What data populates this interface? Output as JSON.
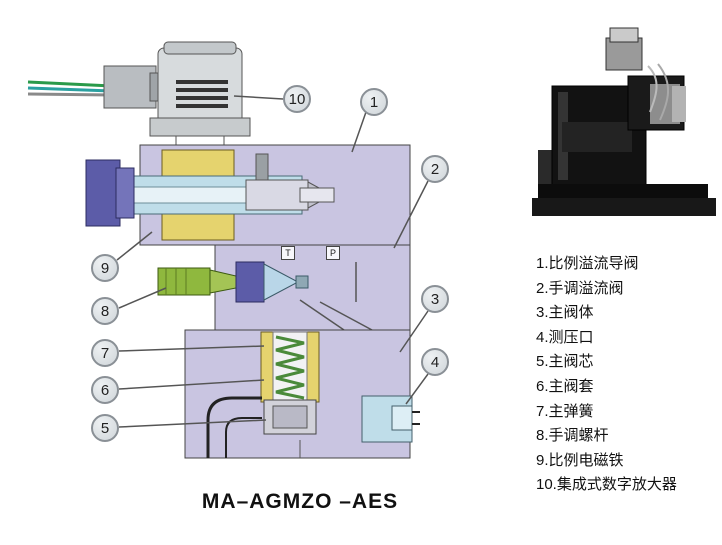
{
  "title": "MA–AGMZO –AES",
  "ports": {
    "t": "T",
    "p": "P"
  },
  "callouts": [
    {
      "n": "1"
    },
    {
      "n": "2"
    },
    {
      "n": "3"
    },
    {
      "n": "4"
    },
    {
      "n": "5"
    },
    {
      "n": "6"
    },
    {
      "n": "7"
    },
    {
      "n": "8"
    },
    {
      "n": "9"
    },
    {
      "n": "10"
    }
  ],
  "legend": [
    "1.比例溢流导阀",
    "2.手调溢流阀",
    "3.主阀体",
    "4.测压口",
    "5.主阀芯",
    "6.主阀套",
    "7.主弹簧",
    "8.手调螺杆",
    "9.比例电磁铁",
    "10.集成式数字放大器"
  ],
  "colors": {
    "body": "#c9c5e1",
    "coil": "#e5d36e",
    "tube": "#bfdde9",
    "cap": "#5c5ca8",
    "screw": "#8fb83e"
  }
}
